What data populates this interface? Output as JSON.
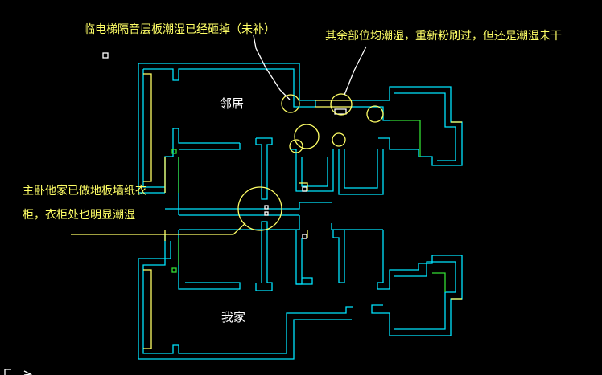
{
  "annotations": {
    "top_left": "临电梯隔音层板潮湿已经砸掉（未补）",
    "top_right": "其余部位均潮湿，重新粉刷过，但还是潮湿未干",
    "left_line1": "主卧他家已做地板墙纸衣",
    "left_line2": "柜，衣柜处也明显潮湿"
  },
  "rooms": {
    "neighbor": "邻居",
    "mine": "我家"
  },
  "colors": {
    "background": "#000000",
    "wall": "#00e5ff",
    "annotation": "#ffff66",
    "window": "#33dd33",
    "marker": "#ffffff"
  }
}
